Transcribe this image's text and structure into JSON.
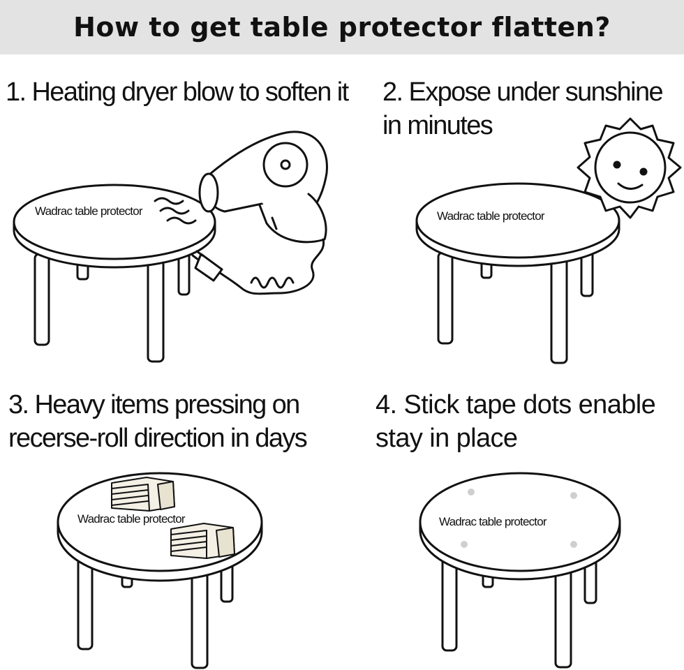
{
  "header": {
    "title": "How to get table protector flatten?"
  },
  "steps": [
    {
      "text": "1. Heating dryer blow to soften it"
    },
    {
      "line1": "2. Expose under sunshine",
      "line2": "in minutes"
    },
    {
      "line1": "3. Heavy items pressing on",
      "line2": "recerse-roll direction in days"
    },
    {
      "line1": "4. Stick tape dots enable",
      "line2": "stay in place"
    }
  ],
  "product_label": "Wadrac table protector",
  "icons": [
    "hair-dryer-icon",
    "sun-icon",
    "book-stack-icon",
    "tape-dot-icon",
    "table-icon"
  ],
  "colors": {
    "header_bg": "#e3e3e3",
    "ink": "#111111",
    "tape_dot": "#cfcfcf"
  }
}
